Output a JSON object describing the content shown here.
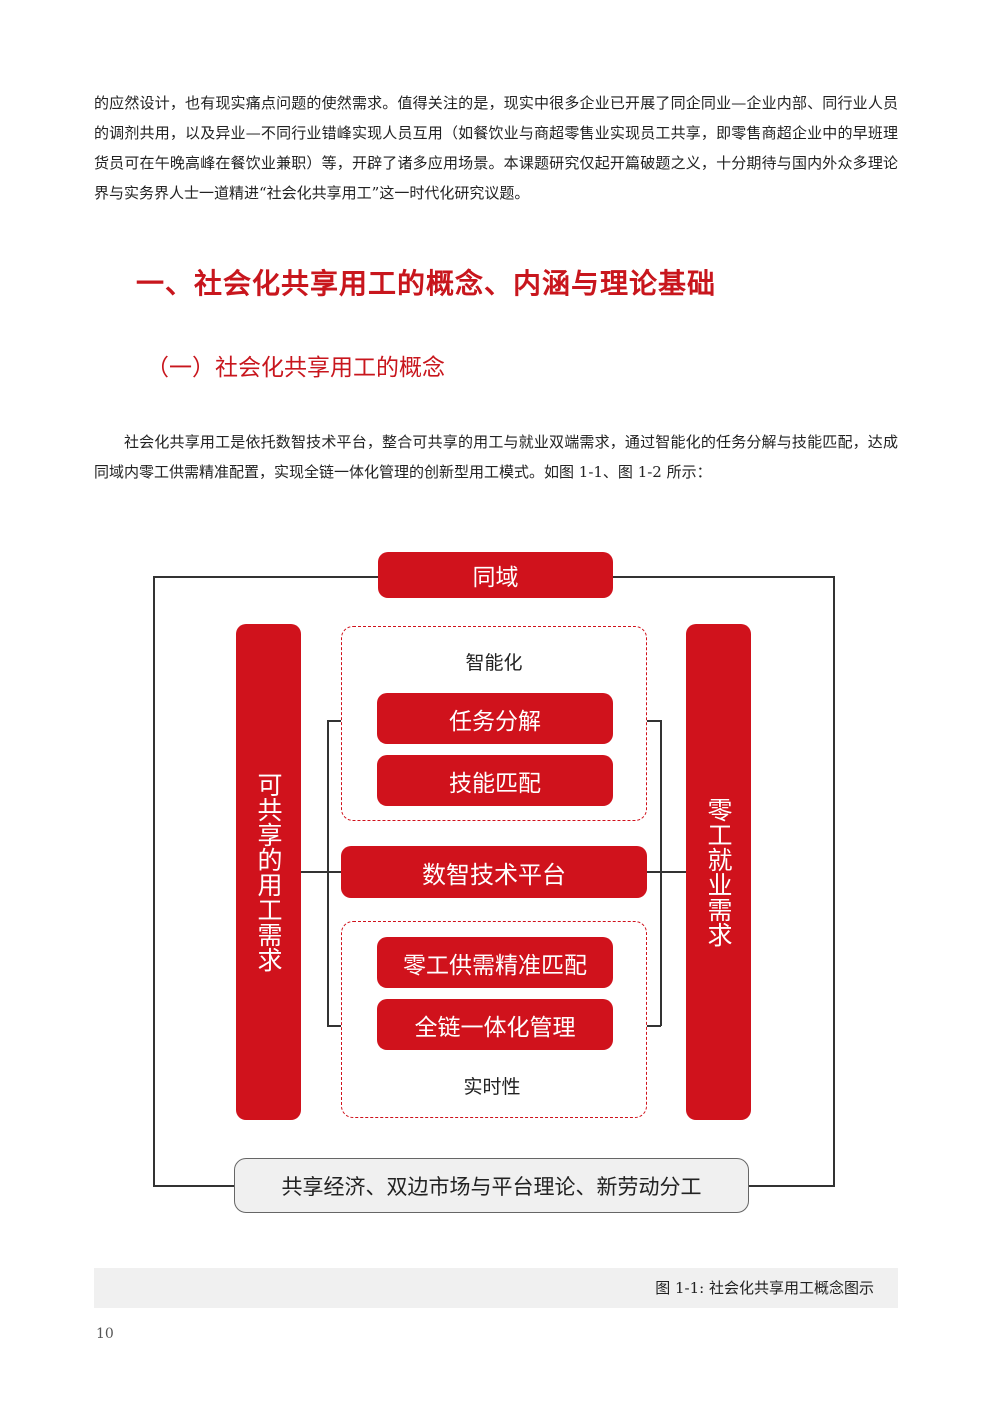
{
  "intro_paragraph": "的应然设计，也有现实痛点问题的使然需求。值得关注的是，现实中很多企业已开展了同企同业—企业内部、同行业人员的调剂共用，以及异业—不同行业错峰实现人员互用（如餐饮业与商超零售业实现员工共享，即零售商超企业中的早班理货员可在午晚高峰在餐饮业兼职）等，开辟了诸多应用场景。本课题研究仅起开篇破题之义，十分期待与国内外众多理论界与实务界人士一道精进“社会化共享用工”这一时代化研究议题。",
  "heading1": "一、社会化共享用工的概念、内涵与理论基础",
  "heading2": "（一）社会化共享用工的概念",
  "definition_paragraph": "社会化共享用工是依托数智技术平台，整合可共享的用工与就业双端需求，通过智能化的任务分解与技能匹配，达成同域内零工供需精准配置，实现全链一体化管理的创新型用工模式。如图 1-1、图 1-2 所示：",
  "diagram": {
    "top_label": "同域",
    "left_label": "可共享的用工需求",
    "right_label": "零工就业需求",
    "upper_group_label": "智能化",
    "upper_items": [
      "任务分解",
      "技能匹配"
    ],
    "center_label": "数智技术平台",
    "lower_items": [
      "零工供需精准匹配",
      "全链一体化管理"
    ],
    "lower_group_label": "实时性",
    "bottom_label": "共享经济、双边市场与平台理论、新劳动分工",
    "accent_color": "#d0121c"
  },
  "caption": "图 1-1:  社会化共享用工概念图示",
  "page_number": "10"
}
